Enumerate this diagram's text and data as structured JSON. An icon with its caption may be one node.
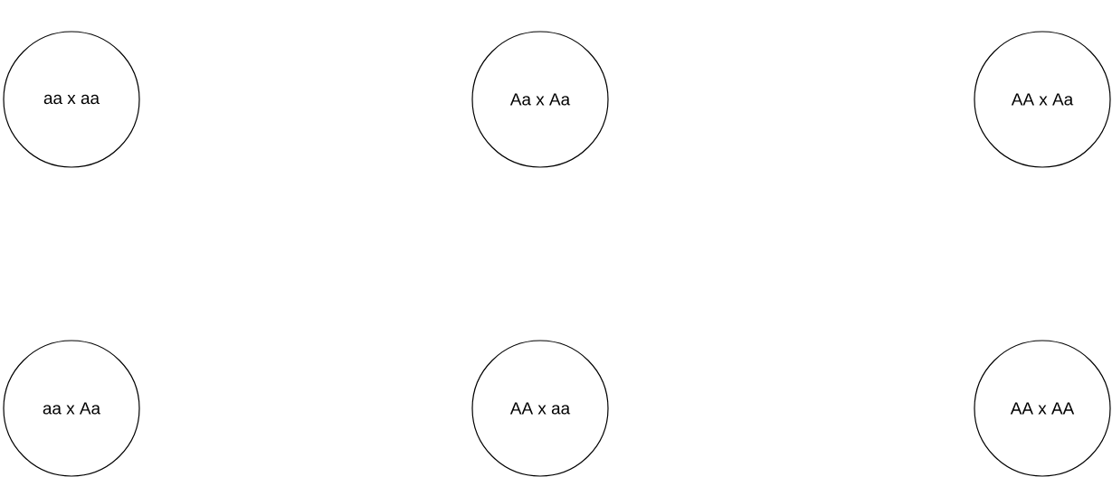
{
  "diagram": {
    "nodes": [
      {
        "text": [
          "aa x aa"
        ]
      },
      {
        "text": [
          "Aa x Aa"
        ]
      },
      {
        "text": [
          "AA x Aa"
        ]
      },
      {
        "text": [
          "aa x Aa"
        ]
      },
      {
        "text": [
          "AA x aa"
        ]
      },
      {
        "text": [
          "AA x AA"
        ]
      }
    ]
  }
}
